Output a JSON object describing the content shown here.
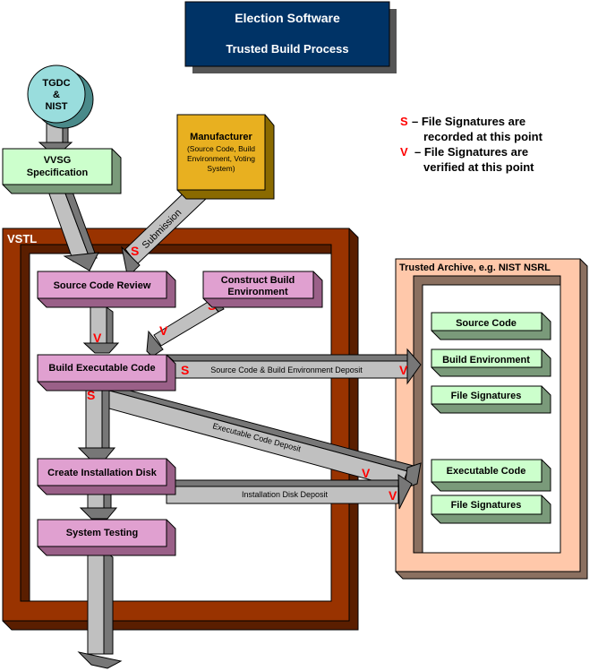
{
  "title": {
    "line1": "Election Software",
    "line2": "Trusted Build Process"
  },
  "colors": {
    "title_bg": "#003366",
    "vstl_frame": "#993300",
    "archive_frame": "#ffccaa",
    "process_box": "#e0a0d0",
    "spec_box": "#ccffcc",
    "manufacturer_box": "#e8b020",
    "circle": "#99dddd",
    "marker": "#ff0000",
    "arrow": "#c0c0c0"
  },
  "nodes": {
    "tgdc": [
      "TGDC",
      "&",
      "NIST"
    ],
    "vvsg": [
      "VVSG",
      "Specification"
    ],
    "manufacturer": {
      "title": "Manufacturer",
      "detail": [
        "(Source Code, Build",
        "Environment, Voting",
        "System)"
      ]
    },
    "vstl_label": "VSTL",
    "archive_label": "Trusted Archive, e.g. NIST NSRL",
    "source_code_review": "Source Code Review",
    "construct_build_env": [
      "Construct Build",
      "Environment"
    ],
    "build_executable": "Build Executable Code",
    "create_install_disk": "Create Installation Disk",
    "system_testing": "System Testing",
    "archive_items": [
      "Source Code",
      "Build Environment",
      "File Signatures",
      "Executable Code",
      "File Signatures"
    ]
  },
  "arrows": {
    "submission": "Submission",
    "src_deposit": "Source Code & Build Environment Deposit",
    "exe_deposit": "Executable Code Deposit",
    "disk_deposit": "Installation Disk Deposit"
  },
  "markers": {
    "s": "S",
    "v": "V"
  },
  "legend": {
    "s_symbol": "S",
    "s_text1": "– File Signatures are",
    "s_text2": "recorded at this point",
    "v_symbol": "V",
    "v_text1": "– File Signatures are",
    "v_text2": "verified at this point"
  }
}
